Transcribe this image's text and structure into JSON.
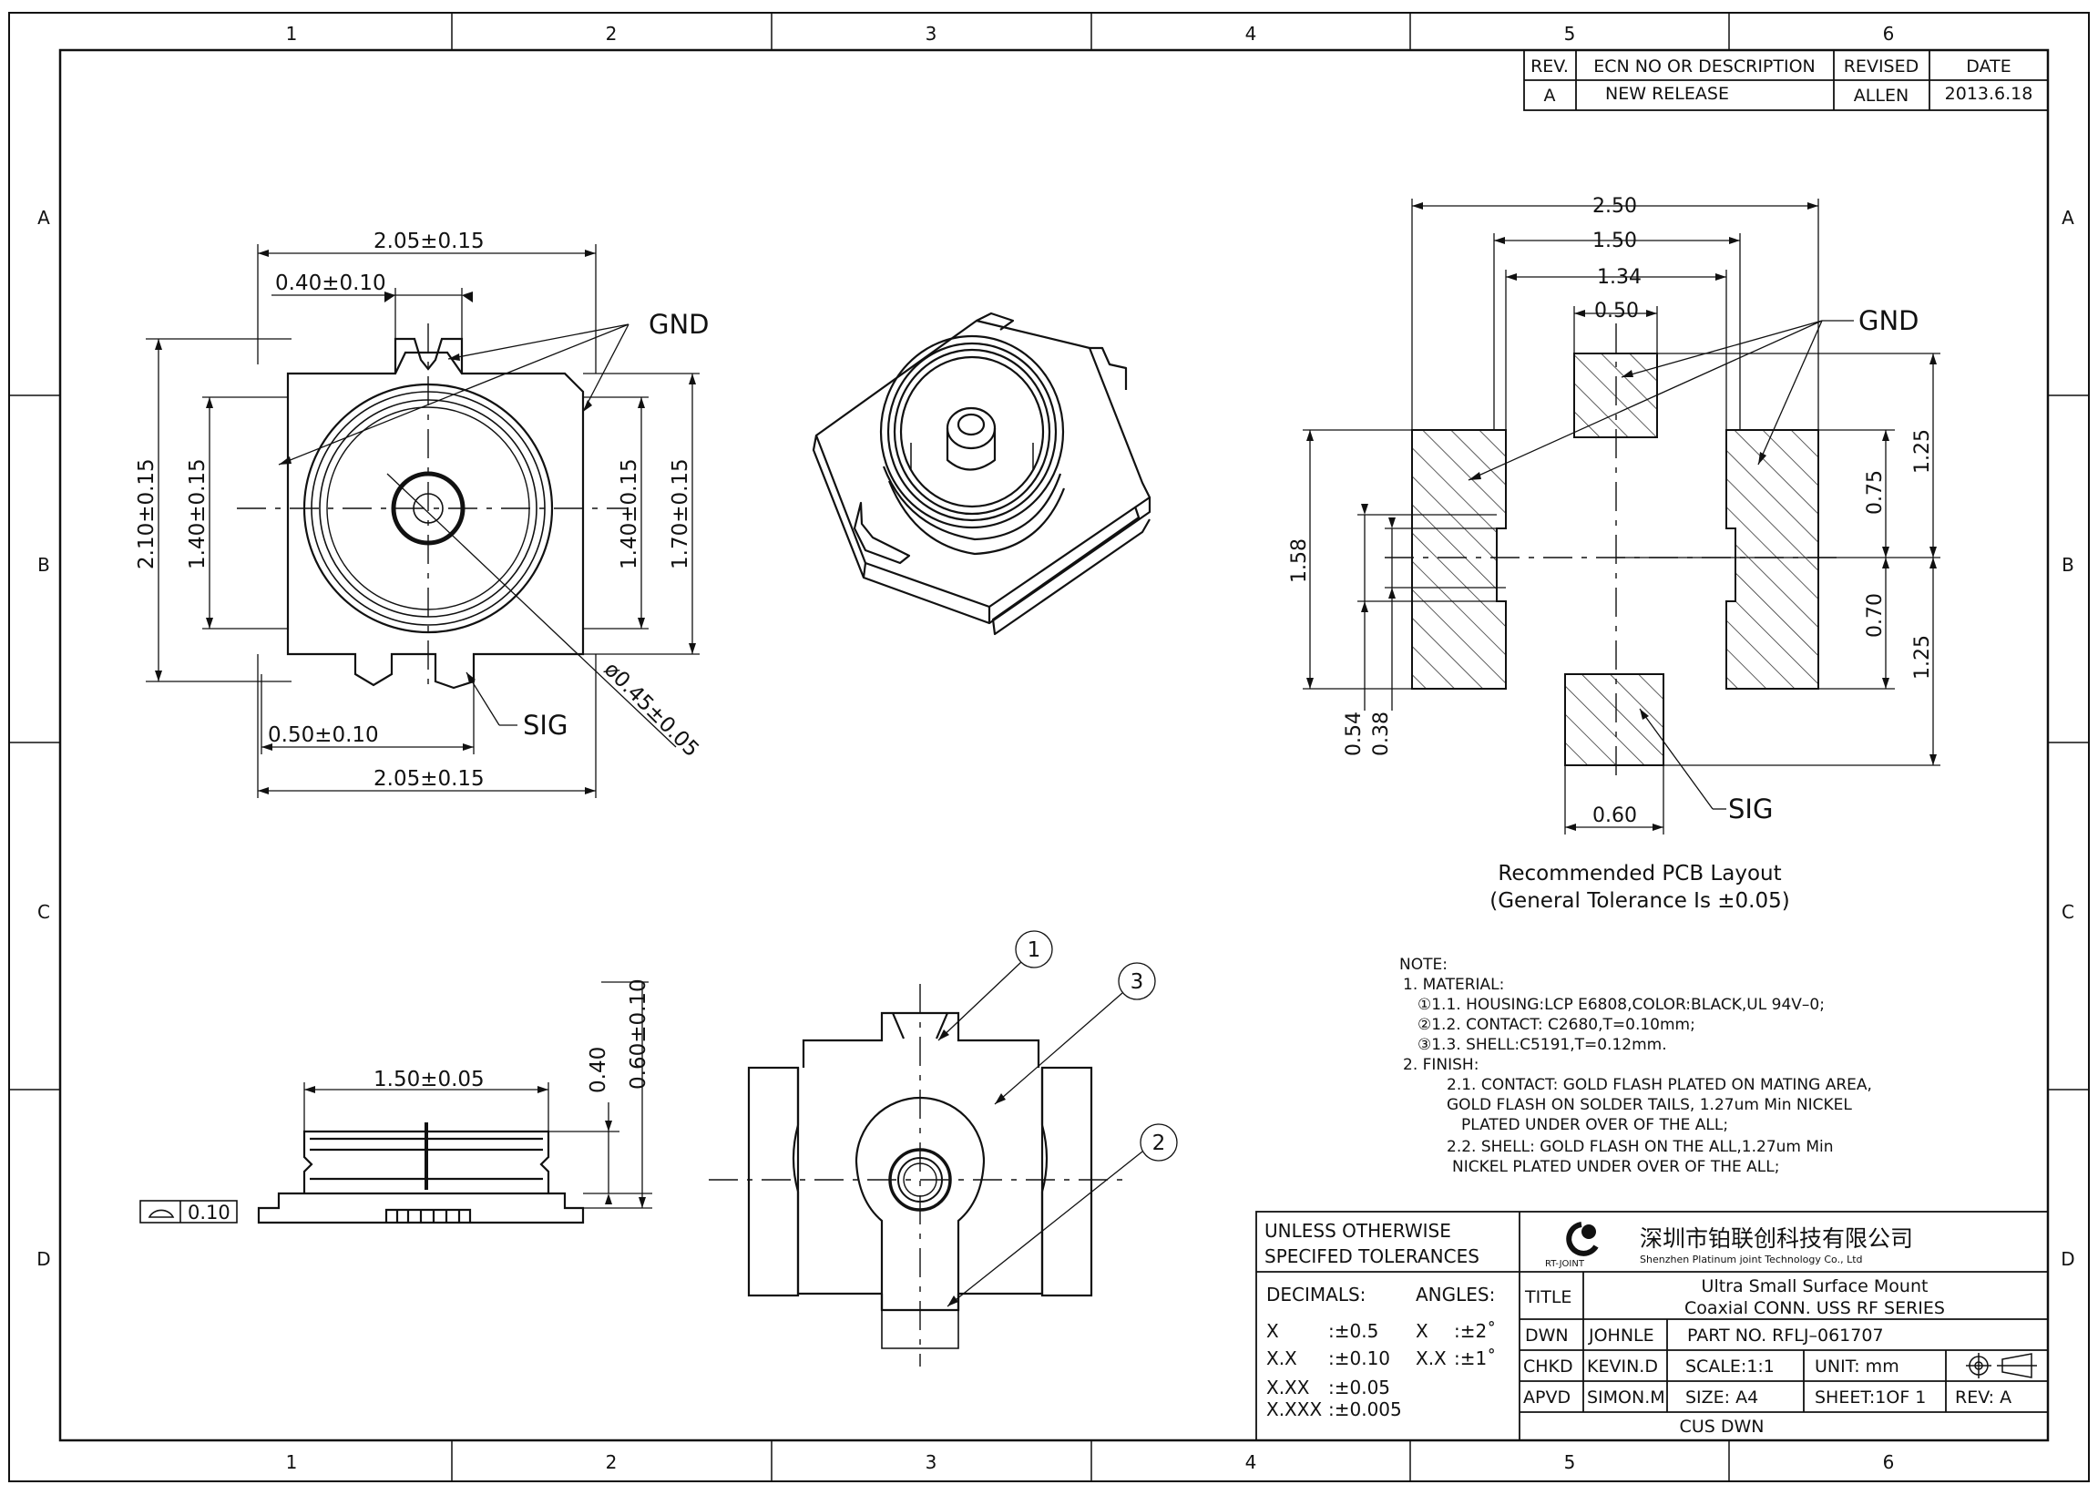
{
  "frame": {
    "columns": [
      "1",
      "2",
      "3",
      "4",
      "5",
      "6"
    ],
    "rows": [
      "A",
      "B",
      "C",
      "D"
    ]
  },
  "revision_block": {
    "headers": [
      "REV.",
      "ECN NO OR DESCRIPTION",
      "REVISED",
      "DATE"
    ],
    "row": [
      "A",
      "NEW RELEASE",
      "ALLEN",
      "2013.6.18"
    ]
  },
  "top_view": {
    "dim_width_top": "2.05±0.15",
    "dim_tab_width": "0.40±0.10",
    "dim_height_outer": "2.10±0.15",
    "dim_height_inner_left": "1.40±0.15",
    "dim_height_inner_right": "1.40±0.15",
    "dim_height_right": "1.70±0.15",
    "dim_sig_width": "0.50±0.10",
    "dim_width_bottom": "2.05±0.15",
    "dim_center_dia": "ø0.45±0.05",
    "label_gnd": "GND",
    "label_sig": "SIG"
  },
  "pcb_layout": {
    "dim_250": "2.50",
    "dim_150": "1.50",
    "dim_134": "1.34",
    "dim_050": "0.50",
    "dim_125_top": "1.25",
    "dim_075": "0.75",
    "dim_070": "0.70",
    "dim_125_bottom": "1.25",
    "dim_158": "1.58",
    "dim_054": "0.54",
    "dim_038": "0.38",
    "dim_060": "0.60",
    "label_gnd": "GND",
    "label_sig": "SIG",
    "caption_1": "Recommended PCB Layout",
    "caption_2": "(General Tolerance Is ±0.05)"
  },
  "side_view": {
    "dim_width": "1.50±0.05",
    "dim_040": "0.40",
    "dim_height": "0.60±0.10",
    "flatness_value": "0.10"
  },
  "bottom_view": {
    "balloons": [
      "1",
      "3",
      "2"
    ]
  },
  "notes": {
    "lines": [
      "NOTE:",
      "1. MATERIAL:",
      "①1.1. HOUSING:LCP E6808,COLOR:BLACK,UL 94V–0;",
      "②1.2. CONTACT: C2680,T=0.10mm;",
      "③1.3. SHELL:C5191,T=0.12mm.",
      "2. FINISH:",
      "2.1. CONTACT: GOLD FLASH PLATED ON MATING AREA,",
      "GOLD FLASH ON SOLDER TAILS, 1.27um Min NICKEL",
      "PLATED UNDER OVER OF THE ALL;",
      "2.2. SHELL: GOLD FLASH ON THE ALL,1.27um Min",
      "NICKEL PLATED UNDER OVER OF THE ALL;"
    ]
  },
  "title_block": {
    "tolerance_title_1": "UNLESS OTHERWISE",
    "tolerance_title_2": "SPECIFED TOLERANCES",
    "decimals_label": "DECIMALS:",
    "angles_label": "ANGLES:",
    "tol_x": "X",
    "tol_x_val": ":±0.5",
    "tol_xx": "X.X",
    "tol_xx_val": ":±0.10",
    "tol_xxx": "X.XX",
    "tol_xxx_val": ":±0.05",
    "tol_xxxx": "X.XXX",
    "tol_xxxx_val": ":±0.005",
    "ang_x": "X",
    "ang_x_val": ":±2˚",
    "ang_xx": "X.X",
    "ang_xx_val": ":±1˚",
    "logo_sub": "RT-JOINT",
    "company_cn": "深圳市铂联创科技有限公司",
    "company_en": "Shenzhen Platinum joint Technology Co., Ltd",
    "title_label": "TITLE",
    "title_line_1": "Ultra Small Surface Mount",
    "title_line_2": "Coaxial CONN. USS RF SERIES",
    "dwn_label": "DWN",
    "dwn_name": "JOHNLE",
    "part_no": "PART NO. RFLJ–061707",
    "chkd_label": "CHKD",
    "chkd_name": "KEVIN.D",
    "scale": "SCALE:1:1",
    "unit": "UNIT: mm",
    "apvd_label": "APVD",
    "apvd_name": "SIMON.M",
    "size": "SIZE: A4",
    "sheet": "SHEET:1OF 1",
    "rev": "REV: A",
    "cus_dwn": "CUS DWN"
  }
}
